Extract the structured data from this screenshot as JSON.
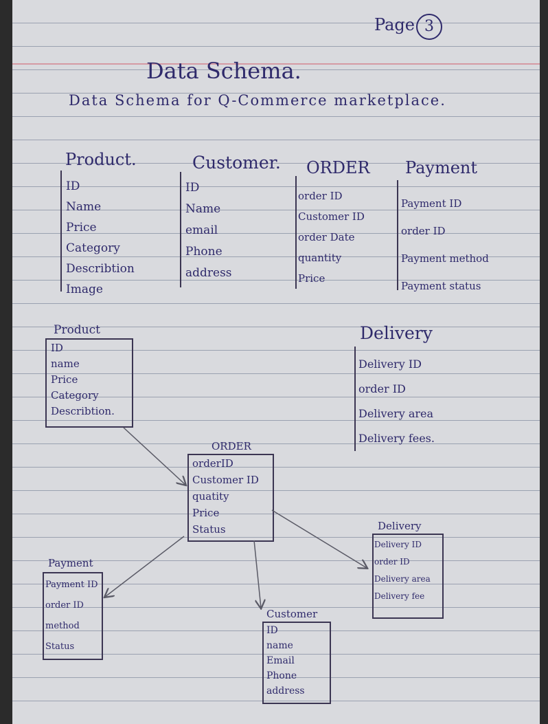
{
  "page": {
    "label": "Page",
    "number": "3"
  },
  "title": "Data Schema.",
  "subtitle": "Data Schema for Q-Commerce marketplace.",
  "top_tables": [
    {
      "name": "Product.",
      "fields": [
        "ID",
        "Name",
        "Price",
        "Category",
        "Describtion",
        "Image"
      ]
    },
    {
      "name": "Customer.",
      "fields": [
        "ID",
        "Name",
        "email",
        "Phone",
        "address"
      ]
    },
    {
      "name": "ORDER",
      "fields": [
        "order ID",
        "Customer ID",
        "order Date",
        "quantity",
        "Price"
      ]
    },
    {
      "name": "Payment",
      "fields": [
        "Payment ID",
        "order ID",
        "Payment method",
        "Payment status"
      ]
    }
  ],
  "delivery_table": {
    "name": "Delivery",
    "fields": [
      "Delivery ID",
      "order ID",
      "Delivery area",
      "Delivery fees."
    ]
  },
  "diagram": {
    "product": {
      "name": "Product",
      "fields": [
        "ID",
        "name",
        "Price",
        "Category",
        "Describtion."
      ]
    },
    "order": {
      "name": "ORDER",
      "fields": [
        "orderID",
        "Customer ID",
        "quatity",
        "Price",
        "Status"
      ]
    },
    "payment": {
      "name": "Payment",
      "fields": [
        "Payment ID",
        "order ID",
        "method",
        "Status"
      ]
    },
    "customer": {
      "name": "Customer",
      "fields": [
        "ID",
        "name",
        "Email",
        "Phone",
        "address"
      ]
    },
    "delivery": {
      "name": "Delivery",
      "fields": [
        "Delivery ID",
        "order ID",
        "Delivery area",
        "Delivery fee"
      ]
    }
  },
  "colors": {
    "ink": "#2f2a6b",
    "paper": "#d9dade",
    "rule": "#9aa1b0",
    "margin": "#d59aa3"
  }
}
